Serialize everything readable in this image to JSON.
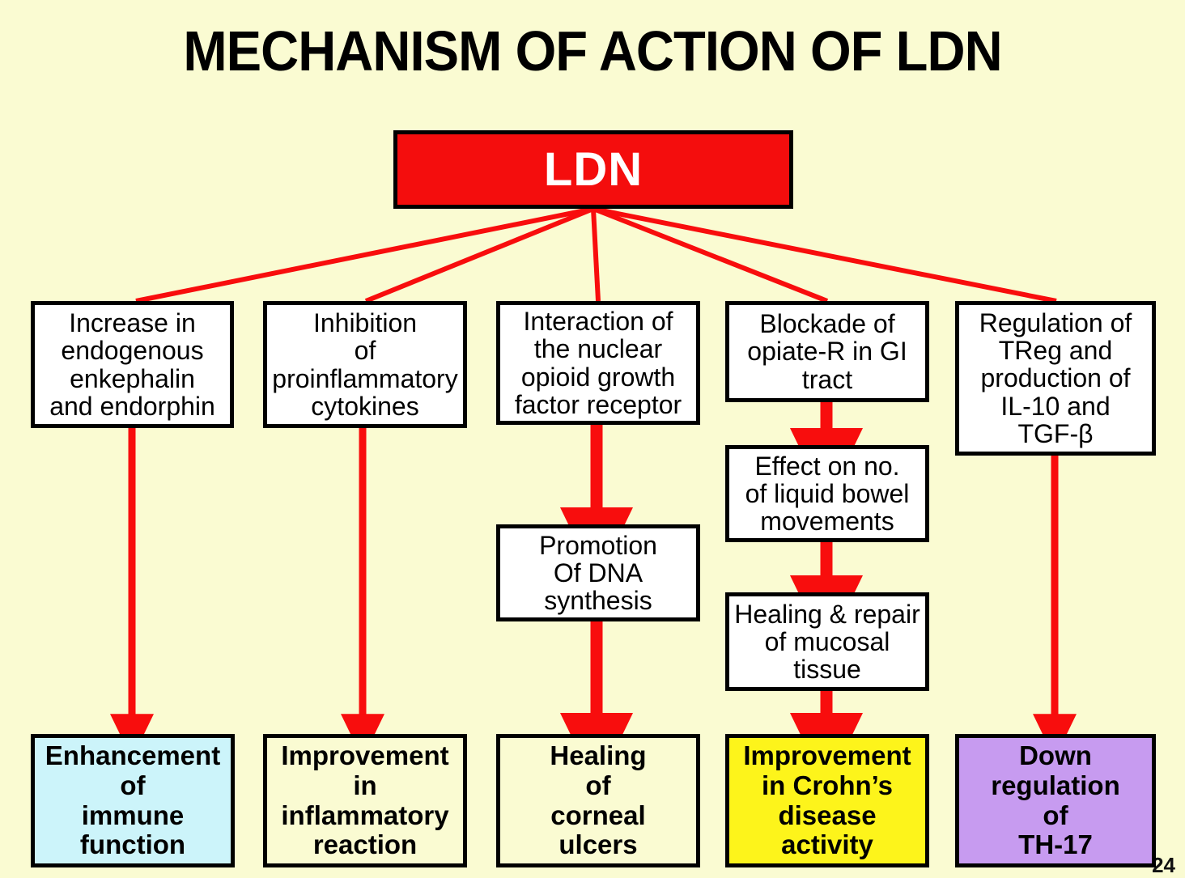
{
  "page": {
    "title": "MECHANISM OF ACTION OF LDN",
    "background_color": "#fafbd2",
    "page_number": "24"
  },
  "colors": {
    "root_fill": "#f40d0d",
    "root_text": "#ffffff",
    "box_fill": "#ffffff",
    "box_border": "#000000",
    "connector": "#f80d0d",
    "outcome_immune_fill": "#ccf4fa",
    "outcome_inflammatory_fill": "#fafbd2",
    "outcome_corneal_fill": "#fafbd2",
    "outcome_crohns_fill": "#fdf41b",
    "outcome_th17_fill": "#c79bf0"
  },
  "root": {
    "label": "LDN"
  },
  "mechanisms": [
    {
      "id": "endogenous-enkephalin",
      "label": "Increase in\nendogenous\nenkephalin\nand endorphin"
    },
    {
      "id": "proinflammatory-cytokines",
      "label": "Inhibition\nof\nproinflammatory\ncytokines"
    },
    {
      "id": "nuclear-ogf-receptor",
      "label": "Interaction of\nthe nuclear\nopioid growth\nfactor receptor"
    },
    {
      "id": "opiate-r-blockade",
      "label": "Blockade of\nopiate-R in GI\ntract"
    },
    {
      "id": "treg-regulation",
      "label": "Regulation of\nTReg and\nproduction of\nIL-10 and\nTGF-β"
    }
  ],
  "intermediates": [
    {
      "id": "dna-synthesis",
      "label": "Promotion\nOf DNA\nsynthesis"
    },
    {
      "id": "liquid-bowel-movements",
      "label": "Effect on no.\nof liquid bowel\nmovements"
    },
    {
      "id": "mucosal-healing",
      "label": "Healing & repair\nof mucosal\ntissue"
    }
  ],
  "outcomes": [
    {
      "id": "immune-function",
      "label": "Enhancement\nof\nimmune\nfunction"
    },
    {
      "id": "inflammatory-reaction",
      "label": "Improvement\nin\ninflammatory\nreaction"
    },
    {
      "id": "corneal-ulcers",
      "label": "Healing\nof\ncorneal\nulcers"
    },
    {
      "id": "crohns-activity",
      "label": "Improvement\nin Crohn’s\ndisease\nactivity"
    },
    {
      "id": "th17-downregulation",
      "label": "Down\nregulation\nof\nTH-17"
    }
  ],
  "chart_data": {
    "type": "diagram",
    "title": "MECHANISM OF ACTION OF LDN",
    "orientation": "top-down flowchart",
    "nodes": [
      {
        "id": "ldn",
        "label": "LDN",
        "level": 0,
        "fill": "#f40d0d"
      },
      {
        "id": "endogenous-enkephalin",
        "label": "Increase in endogenous enkephalin and endorphin",
        "level": 1,
        "fill": "#ffffff"
      },
      {
        "id": "proinflammatory-cytokines",
        "label": "Inhibition of proinflammatory cytokines",
        "level": 1,
        "fill": "#ffffff"
      },
      {
        "id": "nuclear-ogf-receptor",
        "label": "Interaction of the nuclear opioid growth factor receptor",
        "level": 1,
        "fill": "#ffffff"
      },
      {
        "id": "opiate-r-blockade",
        "label": "Blockade of opiate-R in GI tract",
        "level": 1,
        "fill": "#ffffff"
      },
      {
        "id": "treg-regulation",
        "label": "Regulation of TReg and production of IL-10 and TGF-β",
        "level": 1,
        "fill": "#ffffff"
      },
      {
        "id": "dna-synthesis",
        "label": "Promotion Of DNA synthesis",
        "level": 2,
        "fill": "#ffffff"
      },
      {
        "id": "liquid-bowel-movements",
        "label": "Effect on no. of liquid bowel movements",
        "level": 2,
        "fill": "#ffffff"
      },
      {
        "id": "mucosal-healing",
        "label": "Healing & repair of mucosal tissue",
        "level": 3,
        "fill": "#ffffff"
      },
      {
        "id": "immune-function",
        "label": "Enhancement of immune function",
        "level": 4,
        "fill": "#ccf4fa"
      },
      {
        "id": "inflammatory-reaction",
        "label": "Improvement in inflammatory reaction",
        "level": 4,
        "fill": "#fafbd2"
      },
      {
        "id": "corneal-ulcers",
        "label": "Healing of corneal ulcers",
        "level": 4,
        "fill": "#fafbd2"
      },
      {
        "id": "crohns-activity",
        "label": "Improvement in Crohn’s disease activity",
        "level": 4,
        "fill": "#fdf41b"
      },
      {
        "id": "th17-downregulation",
        "label": "Down regulation of TH-17",
        "level": 4,
        "fill": "#c79bf0"
      }
    ],
    "edges": [
      {
        "from": "ldn",
        "to": "endogenous-enkephalin",
        "style": "plain-line"
      },
      {
        "from": "ldn",
        "to": "proinflammatory-cytokines",
        "style": "plain-line"
      },
      {
        "from": "ldn",
        "to": "nuclear-ogf-receptor",
        "style": "plain-line"
      },
      {
        "from": "ldn",
        "to": "opiate-r-blockade",
        "style": "plain-line"
      },
      {
        "from": "ldn",
        "to": "treg-regulation",
        "style": "plain-line"
      },
      {
        "from": "endogenous-enkephalin",
        "to": "immune-function",
        "style": "arrow"
      },
      {
        "from": "proinflammatory-cytokines",
        "to": "inflammatory-reaction",
        "style": "arrow"
      },
      {
        "from": "nuclear-ogf-receptor",
        "to": "dna-synthesis",
        "style": "arrow"
      },
      {
        "from": "dna-synthesis",
        "to": "corneal-ulcers",
        "style": "arrow"
      },
      {
        "from": "opiate-r-blockade",
        "to": "liquid-bowel-movements",
        "style": "arrow"
      },
      {
        "from": "liquid-bowel-movements",
        "to": "mucosal-healing",
        "style": "arrow"
      },
      {
        "from": "mucosal-healing",
        "to": "crohns-activity",
        "style": "arrow"
      },
      {
        "from": "treg-regulation",
        "to": "th17-downregulation",
        "style": "arrow"
      }
    ]
  }
}
